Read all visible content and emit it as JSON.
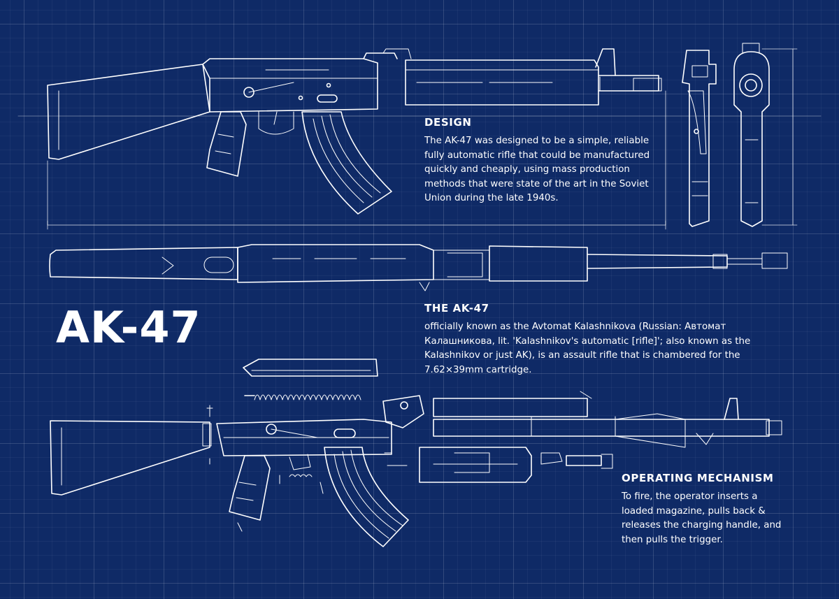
{
  "poster": {
    "title": "AK-47"
  },
  "sections": {
    "design": {
      "heading": "DESIGN",
      "body": "The AK-47 was designed to be a simple, reliable fully automatic rifle that could be manufactured quickly and cheaply, using mass production methods that were state of the art in the Soviet Union during the late 1940s."
    },
    "ak47": {
      "heading": "THE AK-47",
      "body": "officially known as the Avtomat Kalashnikova (Russian: Автомат Калашникова, lit. 'Kalashnikov's automatic [rifle]'; also known as the Kalashnikov or just AK), is an assault rifle that is chambered for the 7.62×39mm cartridge."
    },
    "operating": {
      "heading": "OPERATING MECHANISM",
      "body": "To fire, the operator inserts a loaded magazine, pulls back & releases the charging handle, and then pulls the trigger."
    }
  },
  "colors": {
    "background": "#0f2a66",
    "line": "#ffffff"
  }
}
